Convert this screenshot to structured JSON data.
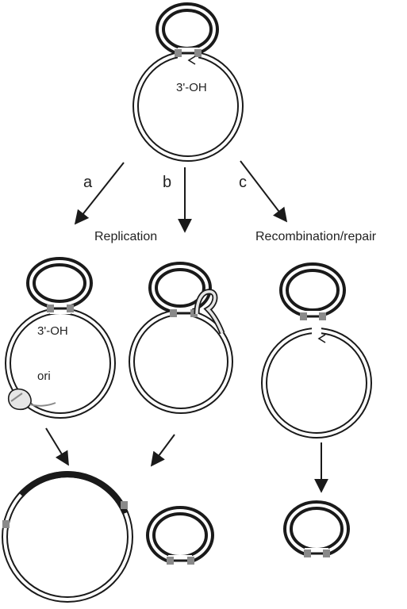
{
  "labels": {
    "top_3oh": "3'-OH",
    "path_a": "a",
    "path_b": "b",
    "path_c": "c",
    "replication": "Replication",
    "recombination": "Recombination/repair",
    "mid_3oh": "3'-OH",
    "ori": "ori"
  },
  "colors": {
    "strand_dark": "#1a1a1a",
    "strand_light": "#ffffff",
    "junction_gray": "#8a8a8a",
    "origin_fill": "#e6e6e6"
  }
}
